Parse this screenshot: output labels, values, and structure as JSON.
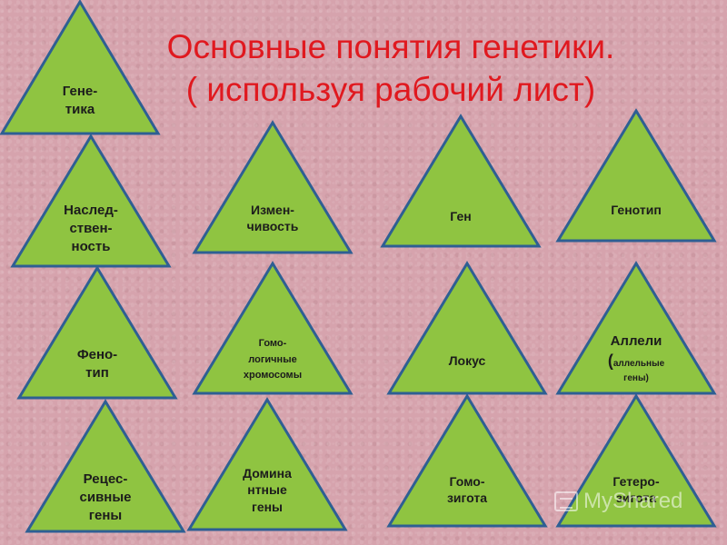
{
  "title": {
    "line1": "Основные понятия генетики.",
    "line2": "( используя рабочий лист)"
  },
  "colors": {
    "triangle_fill": "#8fc441",
    "triangle_stroke": "#2e5f93",
    "title_color": "#e0191f",
    "background": "#d6a3ad"
  },
  "triangles": {
    "genetika": {
      "line1": "Гене-",
      "line2": "тика"
    },
    "nasledstvennost": {
      "line1": "Наслед-",
      "line2": "ствен-",
      "line3": "ность"
    },
    "fenotip": {
      "line1": "Фено-",
      "line2": "тип"
    },
    "recessivnye": {
      "line1": "Рецес-",
      "line2": "сивные",
      "line3": "гены"
    },
    "izmenchivost": {
      "line1": "Измен-",
      "line2": "чивость"
    },
    "gomologichnye": {
      "line1": "Гомо-",
      "line2": "логичные",
      "line3": "хромосомы"
    },
    "dominantnye": {
      "line1": "Домина",
      "line2": "нтные",
      "line3": "гены"
    },
    "gen": {
      "line1": "Ген"
    },
    "lokus": {
      "line1": "Локус"
    },
    "gomozigota": {
      "line1": "Гомо-",
      "line2": "зигота"
    },
    "genotip": {
      "line1": "Генотип"
    },
    "alleli": {
      "line1": "Аллели",
      "paren_open": "(",
      "line2": "аллельные",
      "line3": "гены)"
    },
    "geterozigota": {
      "line1": "Гетеро-",
      "line2": "зигота"
    }
  },
  "watermark": {
    "text": "MyShared",
    "icon": "presentation-icon"
  }
}
